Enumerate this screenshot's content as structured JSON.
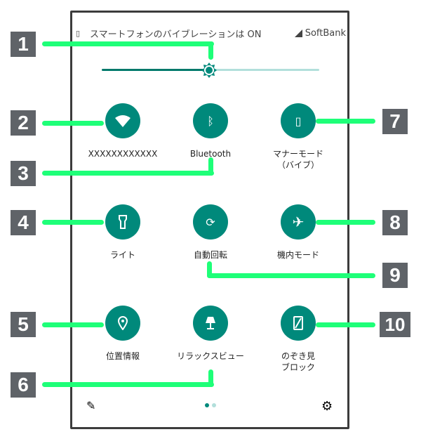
{
  "status": {
    "message": "スマートフォンのバイブレーションは ON",
    "carrier": "SoftBank"
  },
  "brightness": {
    "value": 0.5
  },
  "tiles": [
    {
      "label": "XXXXXXXXXXXX",
      "icon": "wifi-icon"
    },
    {
      "label": "Bluetooth",
      "icon": "bluetooth-icon"
    },
    {
      "label": "マナーモード\n（バイブ）",
      "icon": "vibrate-icon"
    },
    {
      "label": "ライト",
      "icon": "flashlight-icon"
    },
    {
      "label": "自動回転",
      "icon": "auto-rotate-icon"
    },
    {
      "label": "機内モード",
      "icon": "airplane-icon"
    },
    {
      "label": "位置情報",
      "icon": "location-icon"
    },
    {
      "label": "リラックスビュー",
      "icon": "lamp-icon"
    },
    {
      "label": "のぞき見\nブロック",
      "icon": "privacy-icon"
    }
  ],
  "callouts": [
    "1",
    "2",
    "3",
    "4",
    "5",
    "6",
    "7",
    "8",
    "9",
    "10"
  ],
  "accent": "#00897b"
}
